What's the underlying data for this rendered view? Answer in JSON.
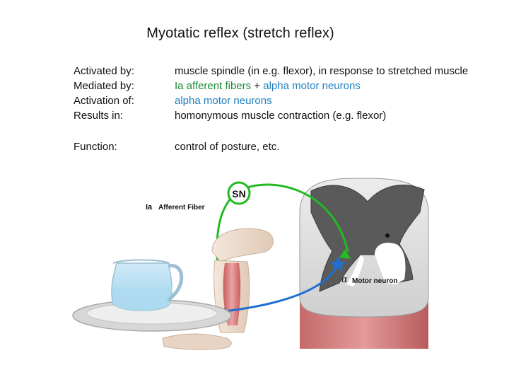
{
  "title": "Myotatic reflex (stretch reflex)",
  "rows": [
    {
      "label": "Activated by:",
      "segments": [
        {
          "text": "muscle spindle (in e.g. flexor), in response to stretched muscle",
          "color": "#111111"
        }
      ]
    },
    {
      "label": "Mediated by:",
      "segments": [
        {
          "text": "Ia afferent fibers",
          "color": "#1a8a3a"
        },
        {
          "text": " + ",
          "color": "#111111"
        },
        {
          "text": "alpha motor neurons",
          "color": "#1e7fc0"
        }
      ]
    },
    {
      "label": "Activation of:",
      "segments": [
        {
          "text": "alpha motor neurons",
          "color": "#1e7fc0"
        }
      ]
    },
    {
      "label": "Results in:",
      "segments": [
        {
          "text": "homonymous muscle contraction (e.g. flexor)",
          "color": "#111111"
        }
      ]
    },
    {
      "label": "Function:",
      "segments": [
        {
          "text": "control of posture, etc.",
          "color": "#111111"
        }
      ]
    }
  ],
  "diagram": {
    "sn_label": "SN",
    "afferent_prefix": "Ia",
    "afferent_label": "Afferent Fiber",
    "motor_prefix": "α",
    "motor_label": "Motor neuron",
    "colors": {
      "afferent": "#22bb22",
      "motor": "#1e6fd0",
      "gray_matter": "#5a5a5a",
      "muscle": "#d98a8a"
    }
  }
}
